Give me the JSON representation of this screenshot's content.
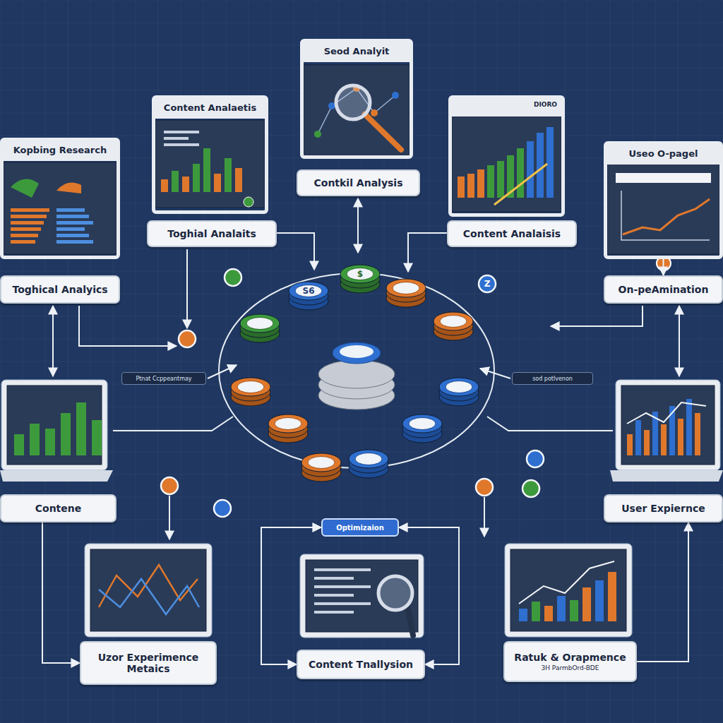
{
  "diagram": {
    "nodes": [
      {
        "text": [
          "Seod Analyit"
        ]
      },
      {
        "text": [
          "Content Analaetis"
        ]
      },
      {
        "text": [
          "DIORO"
        ]
      },
      {
        "text": [
          "Kopbing Research"
        ]
      },
      {
        "text": [
          "Useo O-pagel"
        ]
      },
      {
        "text": [
          "Contkil Analysis"
        ]
      },
      {
        "text": [
          "Toghial Analaits"
        ]
      },
      {
        "text": [
          "Content Analaisis"
        ]
      },
      {
        "text": [
          "Toghical Analyics"
        ]
      },
      {
        "text": [
          "On-peAmination"
        ]
      },
      {
        "text": [
          "Ptnat Ccppeantmay"
        ]
      },
      {
        "text": [
          "sod potlvenon"
        ]
      },
      {
        "text": [
          "Contene"
        ]
      },
      {
        "text": [
          "User Expiernce"
        ]
      },
      {
        "text": [
          "Optimizaion"
        ]
      },
      {
        "text": [
          "Uzor Experimence Metaics"
        ]
      },
      {
        "text": [
          "Content Tnallysion"
        ]
      },
      {
        "text": [
          "Ratuk & Orapmence",
          "3H ParmbOrd-BDE"
        ]
      }
    ],
    "edges": [
      {
        "from": 4,
        "to": 9,
        "arrow": "to"
      },
      {
        "from": 12,
        "to": 15,
        "arrow": "to"
      },
      {
        "from": 17,
        "to": 13,
        "arrow": "to"
      },
      {
        "from": 14,
        "to": 16,
        "arrow": "both"
      },
      {
        "from": 14,
        "to": 16,
        "arrow": "both"
      }
    ],
    "labels": [
      "S6",
      "$",
      "Z"
    ]
  }
}
